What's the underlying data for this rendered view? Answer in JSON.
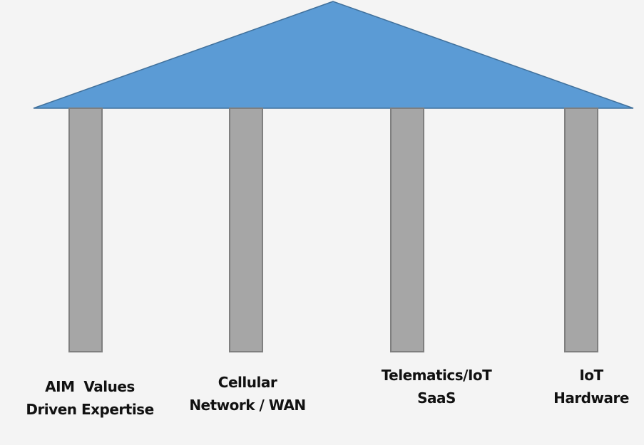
{
  "diagram": {
    "type": "house-of-pillars",
    "roof": {
      "shape": "triangle",
      "color": "#5b9bd5",
      "border_color": "#41719c"
    },
    "pillar_style": {
      "color": "#a6a6a6",
      "border_color": "#7f7f7f"
    },
    "pillars": [
      {
        "line1": "AIM  Values",
        "line2": "Driven Expertise"
      },
      {
        "line1": "Cellular",
        "line2": "Network / WAN"
      },
      {
        "line1": "Telematics/IoT",
        "line2": "SaaS"
      },
      {
        "line1": "IoT",
        "line2": "Hardware"
      }
    ]
  }
}
